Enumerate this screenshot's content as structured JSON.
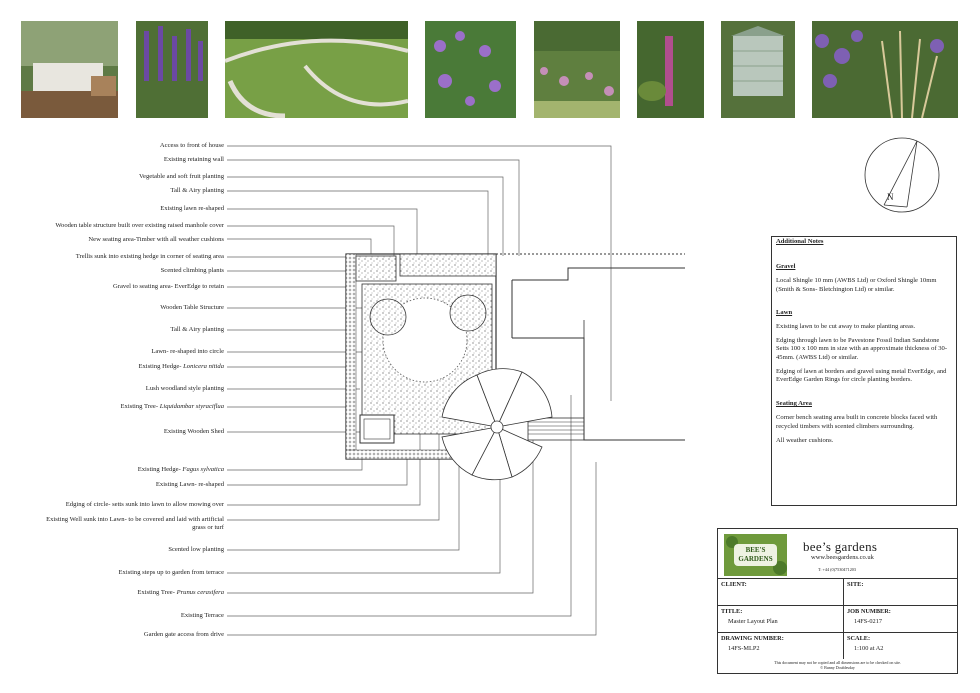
{
  "photos": [
    {
      "name": "seating-photo",
      "colors": [
        "#c9cfc2",
        "#8b6a4a",
        "#3f5a2e"
      ]
    },
    {
      "name": "salvia-photo",
      "colors": [
        "#5a7a3a",
        "#6a4c9c",
        "#2f4a23"
      ]
    },
    {
      "name": "lawn-rings-photo",
      "colors": [
        "#7fa34b",
        "#d9d6c8",
        "#4d6e2a"
      ]
    },
    {
      "name": "allium-border-photo",
      "colors": [
        "#4a7a38",
        "#9b6fc9",
        "#2e4d22"
      ]
    },
    {
      "name": "cottage-garden-photo",
      "colors": [
        "#5f7f3f",
        "#c58fb8",
        "#3e5a2c"
      ]
    },
    {
      "name": "foxglove-photo",
      "colors": [
        "#45672f",
        "#b04e8e",
        "#28401b"
      ]
    },
    {
      "name": "beehive-photo",
      "colors": [
        "#8aa08c",
        "#b9c7bc",
        "#55713b"
      ]
    },
    {
      "name": "verbena-grass-photo",
      "colors": [
        "#7e60b3",
        "#c9b98b",
        "#4b6a33"
      ]
    }
  ],
  "labels": [
    {
      "text": "Access to front of house"
    },
    {
      "text": "Existing retaining wall"
    },
    {
      "text": "Vegetable  and soft fruit planting"
    },
    {
      "text": "Tall & Airy planting"
    },
    {
      "text": "Existing lawn re-shaped"
    },
    {
      "text": "Wooden table structure built over existing raised manhole cover"
    },
    {
      "text": "New seating area-Timber with all weather cushions"
    },
    {
      "text": "Trellis sunk into existing hedge in corner of seating area"
    },
    {
      "text": "Scented climbing plants"
    },
    {
      "text": "Gravel to seating area- EverEdge to retain"
    },
    {
      "text": "Wooden Table Structure"
    },
    {
      "text": "Tall & Airy planting"
    },
    {
      "text": "Lawn- re-shaped into circle"
    },
    {
      "text": "Existing Hedge- ",
      "italic": "Lonicera nitida"
    },
    {
      "text": "Lush woodland style planting"
    },
    {
      "text": "Existing Tree- ",
      "italic": "Liquidambar styraciflua"
    },
    {
      "text": "Existing Wooden Shed"
    },
    {
      "text": "Existing Hedge- ",
      "italic": "Fagus sylvatica"
    },
    {
      "text": "Existing  Lawn- re-shaped"
    },
    {
      "text": "Edging of circle- setts sunk into lawn to allow mowing over"
    },
    {
      "text": "Existing Well sunk into Lawn- to be covered and laid with artificial",
      "line2": "grass or turf"
    },
    {
      "text": "Scented low planting"
    },
    {
      "text": "Existing steps up to garden from terrace"
    },
    {
      "text": "Existing Tree- ",
      "italic": "Prunus cerasifera"
    },
    {
      "text": "Existing Terrace"
    },
    {
      "text": "Garden gate access from drive"
    }
  ],
  "north": {
    "letter": "N"
  },
  "notes": {
    "title": "Additional Notes",
    "gravel_title": "Gravel",
    "gravel_p1": "Local Shingle 10 mm (AWBS Ltd) or Oxford Shingle 10mm (Smith & Sons- Bletchington Ltd) or similar.",
    "lawn_title": "Lawn",
    "lawn_p1": "Existing lawn to be cut away to make planting areas.",
    "lawn_p2": "Edging through lawn to be Pavestone Fossil Indian Sandstone Setts 100 x 100 mm in size with an approximate thickness of 30-45mm. (AWBS Ltd) or similar.",
    "lawn_p3": "Edging of lawn at borders and gravel using metal EverEdge, and EverEdge Garden Rings for circle planting borders.",
    "seating_title": "Seating Area",
    "seating_p1": "Corner bench seating area built in concrete blocks faced with recycled timbers with scented climbers surrounding.",
    "seating_p2": "All weather cushions."
  },
  "titleblock": {
    "logo_line1": "BEE'S",
    "logo_line2": "GARDENS",
    "brand": "bee’s gardens",
    "website": "www.beesgardens.co.uk",
    "phone": "T: +44 (0)7530471203",
    "client_label": "CLIENT:",
    "site_label": "SITE:",
    "title_label": "TITLE:",
    "title_value": "Master Layout Plan",
    "job_label": "JOB NUMBER:",
    "job_value": "14FS-0217",
    "drawing_label": "DRAWING NUMBER:",
    "drawing_value": "14FS-MLP2",
    "scale_label": "SCALE:",
    "scale_value": "1:100 at A2",
    "footer1": "This document may not be copied and all dimensions are to be checked on site.",
    "footer2": "© Bunny Doublesday"
  }
}
